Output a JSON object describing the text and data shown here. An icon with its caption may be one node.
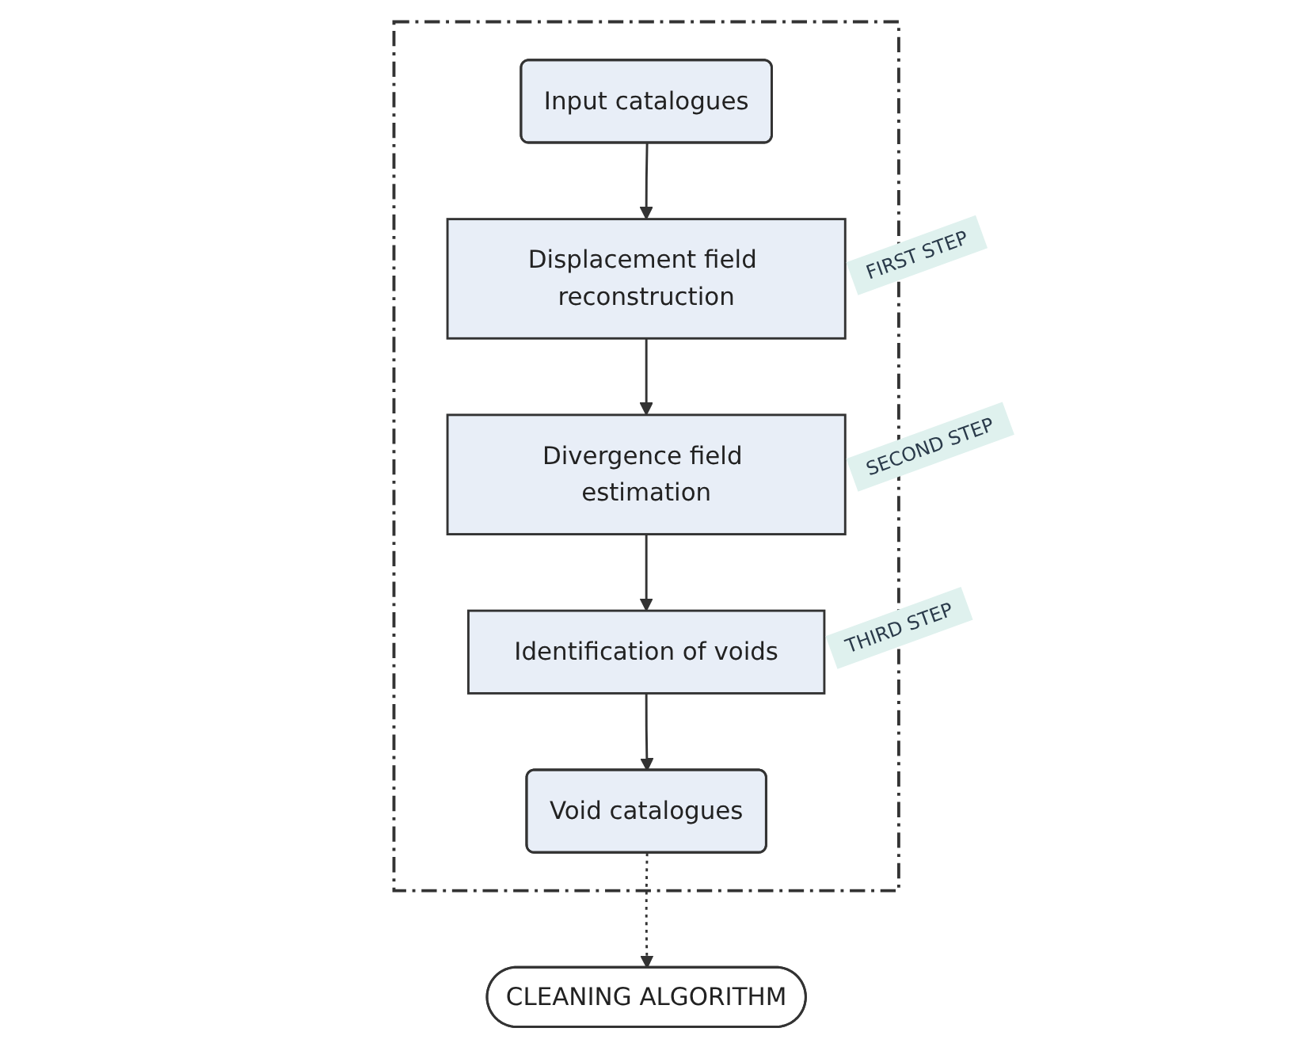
{
  "diagram": {
    "nodes": [
      {
        "text": [],
        "shape": "box"
      },
      {
        "text": [
          "Input catalogues"
        ],
        "in": 0
      },
      {
        "text": [
          "Displacement field reconstruction"
        ],
        "in": 0,
        "beside": [
          "FIRST STEP"
        ]
      },
      {
        "text": [
          "Divergence field estimation"
        ],
        "in": 0,
        "beside": [
          "SECOND STEP"
        ]
      },
      {
        "text": [
          "Identification of voids"
        ],
        "in": 0,
        "beside": [
          "THIRD STEP"
        ]
      },
      {
        "text": [
          "Void catalogues"
        ],
        "in": 0
      },
      {
        "text": [
          "CLEANING ALGORITHM"
        ]
      }
    ],
    "edges": [
      {
        "from": 1,
        "to": 2,
        "arrow": "to"
      },
      {
        "from": 2,
        "to": 3,
        "arrow": "to"
      },
      {
        "from": 3,
        "to": 4,
        "arrow": "to"
      },
      {
        "from": 4,
        "to": 5,
        "arrow": "to"
      },
      {
        "from": 5,
        "to": 6,
        "arrow": "to",
        "style": "dashed"
      }
    ]
  }
}
